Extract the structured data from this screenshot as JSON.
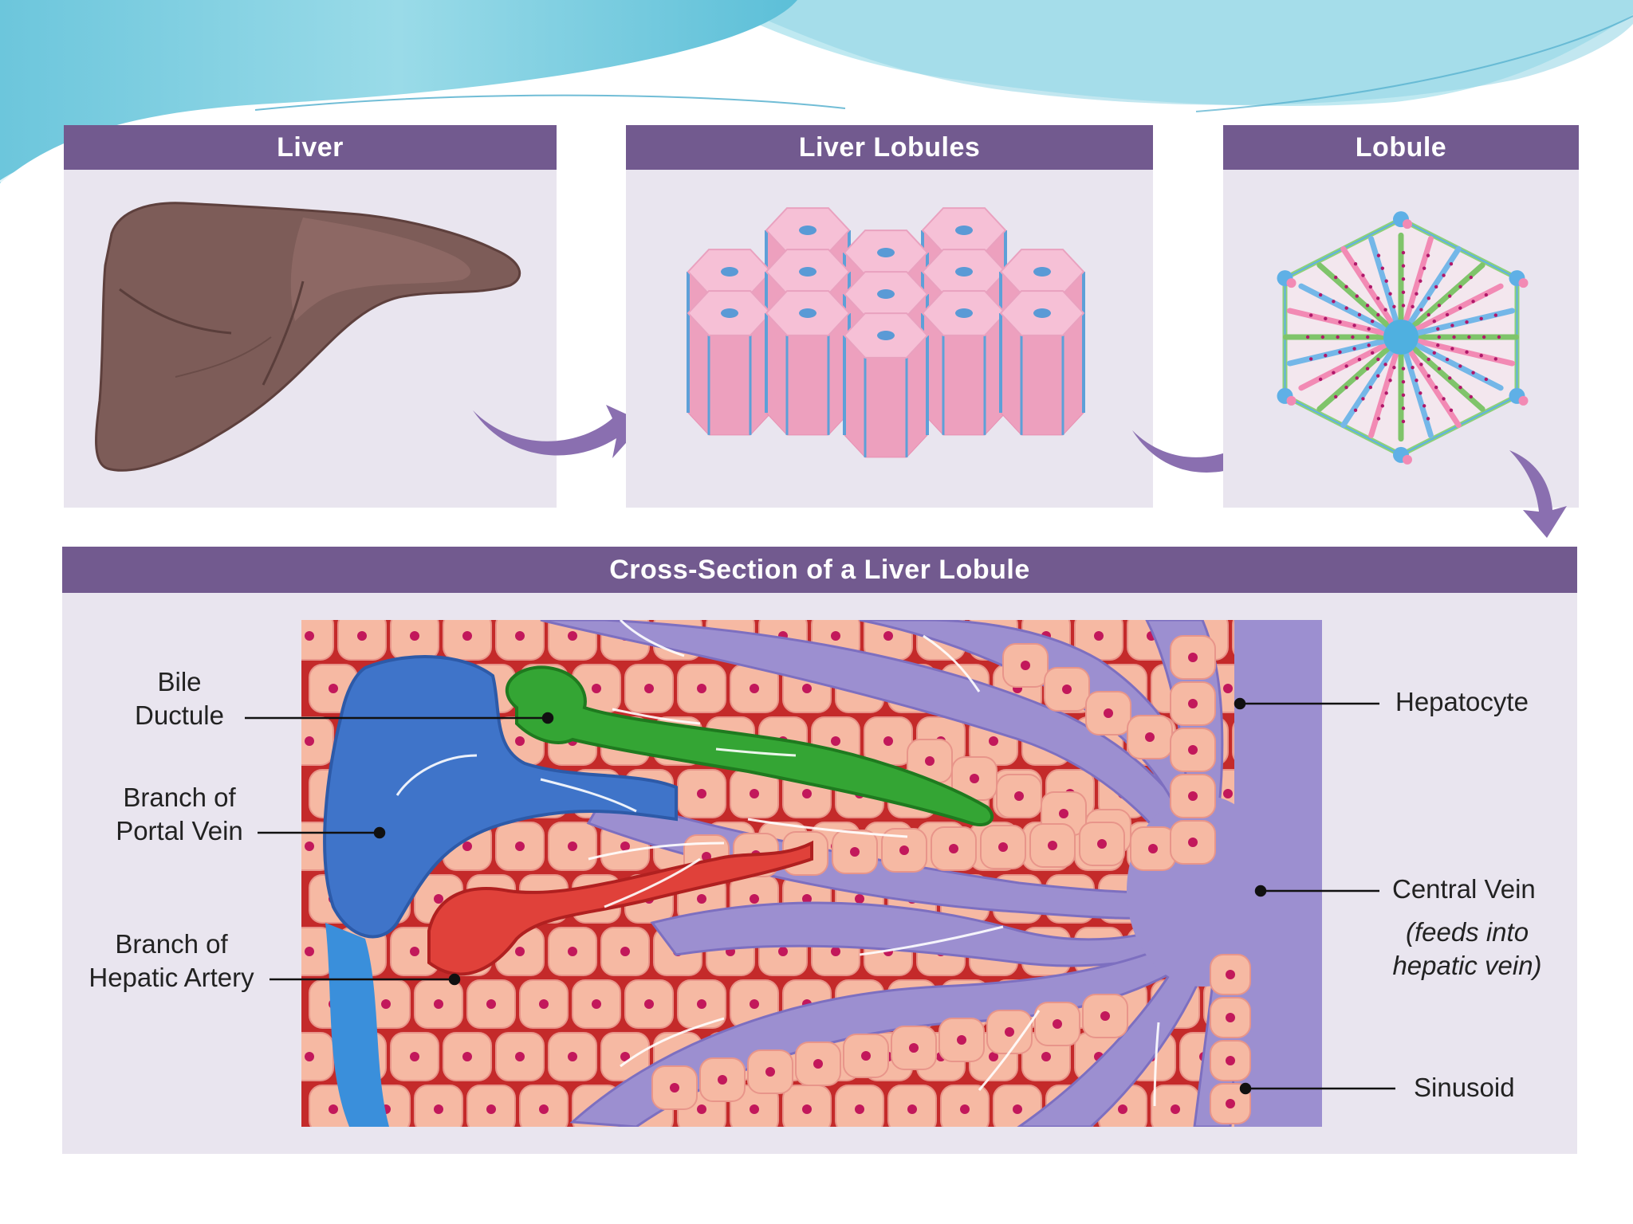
{
  "panels": {
    "liver": "Liver",
    "liver_lobules": "Liver Lobules",
    "lobule": "Lobule",
    "cross_section": "Cross-Section of a Liver Lobule"
  },
  "labels": {
    "bile_ductule_1": "Bile",
    "bile_ductule_2": "Ductule",
    "portal_vein_1": "Branch of",
    "portal_vein_2": "Portal Vein",
    "hepatic_artery_1": "Branch of",
    "hepatic_artery_2": "Hepatic Artery",
    "hepatocyte": "Hepatocyte",
    "central_vein": "Central Vein",
    "central_vein_note_1": "(feeds into",
    "central_vein_note_2": "hepatic vein)",
    "sinusoid": "Sinusoid"
  },
  "colors": {
    "header_band": "#7ecfe0",
    "panel_header": "#725a8f",
    "panel_bg": "#e9e5ef",
    "arrow": "#8a6fb0",
    "liver": "#7a5a55",
    "hexagon": "#f2a9c6",
    "hexagon_edge": "#5da0d8",
    "hepatocyte": "#f6b9a3",
    "nucleus": "#c2185b",
    "sinusoid": "#9c8fd0",
    "portal_vein": "#3f74c9",
    "hepatic_artery": "#e0413a",
    "bile_ductule": "#34a534"
  }
}
